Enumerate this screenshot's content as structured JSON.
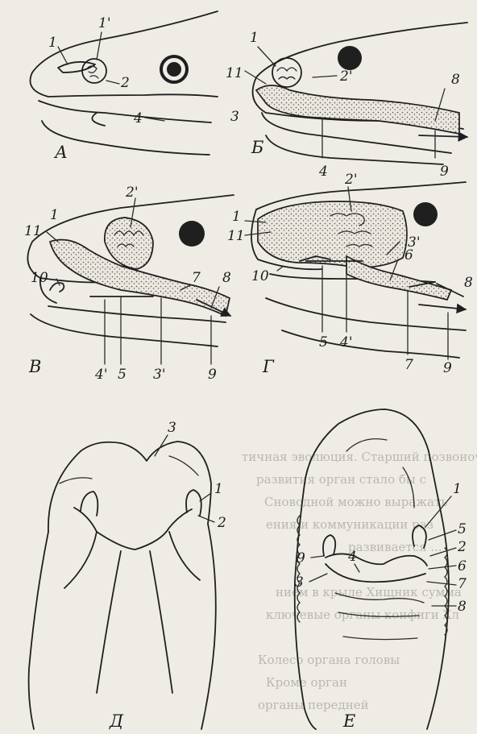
{
  "panels": [
    {
      "id": "A",
      "caption": "А",
      "labels": [
        "1",
        "1'",
        "2",
        "4"
      ]
    },
    {
      "id": "B",
      "caption": "Б",
      "labels": [
        "1",
        "11",
        "2'",
        "3",
        "8",
        "4",
        "9"
      ]
    },
    {
      "id": "V",
      "caption": "В",
      "labels": [
        "11",
        "1",
        "2'",
        "10",
        "7",
        "8",
        "4'",
        "5",
        "3'",
        "9"
      ]
    },
    {
      "id": "G",
      "caption": "Г",
      "labels": [
        "1",
        "11",
        "2'",
        "3'",
        "6",
        "8",
        "10",
        "5",
        "4'",
        "7",
        "9"
      ]
    },
    {
      "id": "D",
      "caption": "Д",
      "labels": [
        "3",
        "1",
        "2"
      ]
    },
    {
      "id": "E",
      "caption": "Е",
      "labels": [
        "1",
        "5",
        "2",
        "6",
        "7",
        "8",
        "9",
        "4",
        "3"
      ]
    }
  ],
  "bleed_text": [
    "тичная эволюция. Старший позвоночный",
    "развития орган стало бы с",
    "Сноводной можно выражать",
    "ения и коммуникации раз",
    "развивается ...",
    "нием в крыле Хищник сумма",
    "ключевые органы конфиги Хл",
    "Колесо органа головы",
    "Кроме орган",
    "органы передней"
  ]
}
